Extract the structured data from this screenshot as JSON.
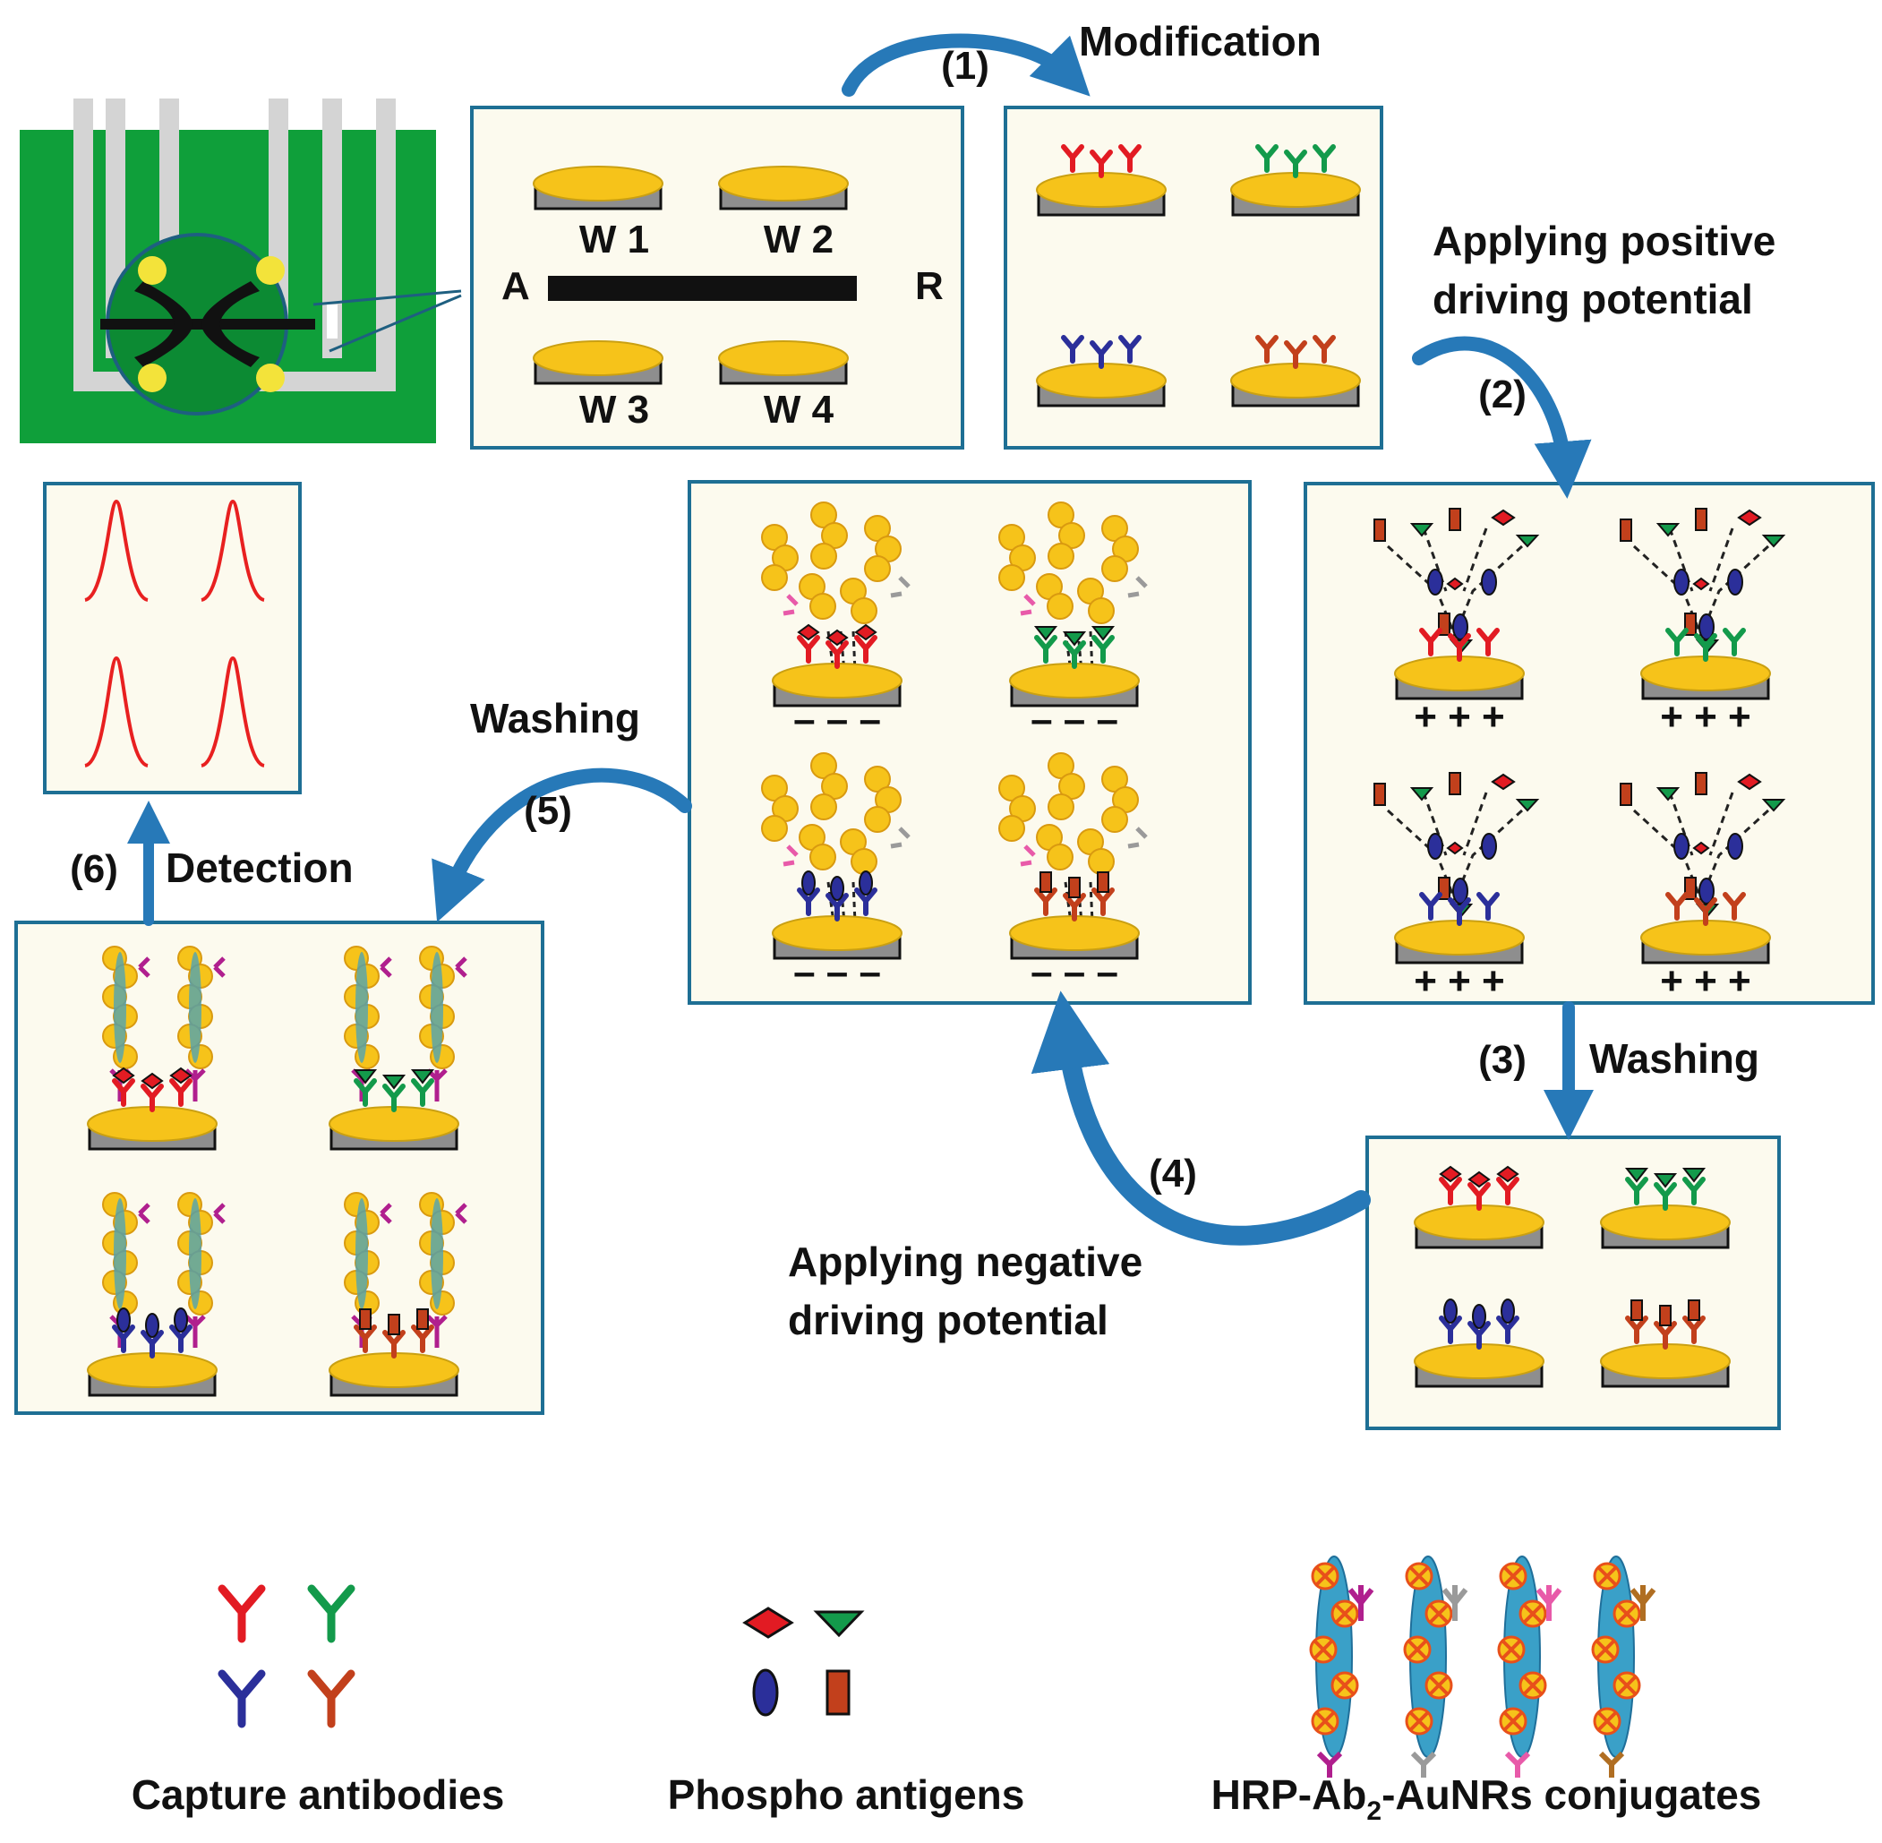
{
  "steps": {
    "s1": "(1)",
    "s2": "(2)",
    "s3": "(3)",
    "s4": "(4)",
    "s5": "(5)",
    "s6": "(6)"
  },
  "labels": {
    "modification": "Modification",
    "positive_line1": "Applying  positive",
    "positive_line2": "driving potential",
    "washing_right": "Washing",
    "washing_left": "Washing",
    "negative_line1": "Applying  negative",
    "negative_line2": "driving potential",
    "detection": "Detection"
  },
  "electrode": {
    "w1": "W 1",
    "w2": "W 2",
    "w3": "W 3",
    "w4": "W 4",
    "anode": "A",
    "reference": "R"
  },
  "charges": {
    "positive": "+  +  +",
    "negative": "–  –  –"
  },
  "legend": {
    "capture": "Capture antibodies",
    "phospho": "Phospho antigens",
    "conjugate_prefix": "HRP-Ab",
    "conjugate_sub": "2",
    "conjugate_suffix": "-AuNRs conjugates"
  },
  "colors": {
    "panel_border": "#1e6f94",
    "panel_fill": "#fcfaee",
    "arrow": "#2779b8",
    "gold": "#f6c31a",
    "gray_base": "#8e8e8e",
    "chip_green": "#0f9f3a",
    "peak_red": "#e82020",
    "ab_red": "#e21b23",
    "ab_green": "#139a4b",
    "ab_blue": "#2b2f9a",
    "ab_brown": "#c2401c",
    "ab_magenta": "#b01f8e",
    "ab_gray": "#9a9a9a",
    "ab_pink": "#e85aa9",
    "ab_tan": "#b06e22"
  }
}
